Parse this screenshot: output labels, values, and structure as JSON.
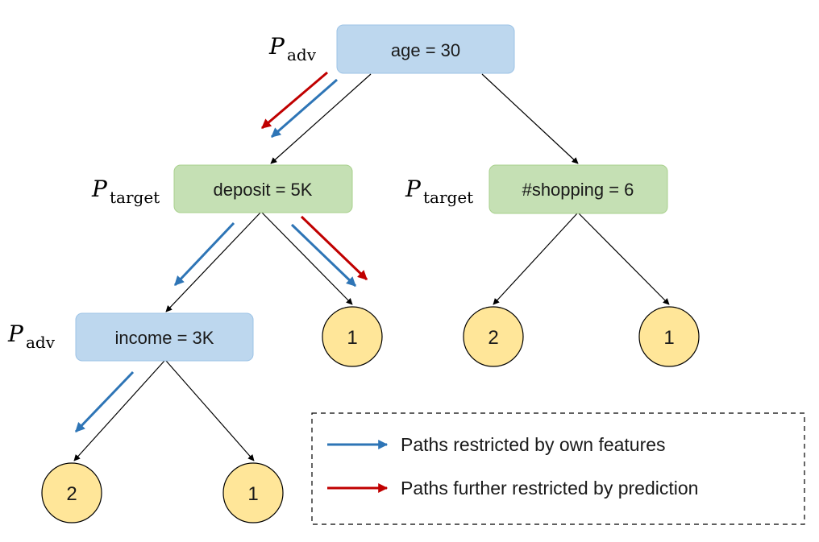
{
  "colors": {
    "blue_arrow": "#2e75b6",
    "red_arrow": "#c00000",
    "adv_node_fill": "#bdd7ee",
    "target_node_fill": "#c5e0b4",
    "leaf_fill": "#ffe699"
  },
  "nodes": {
    "root": {
      "label": "age = 30",
      "party_main": "P",
      "party_sub": "adv"
    },
    "deposit": {
      "label": "deposit = 5K",
      "party_main": "P",
      "party_sub": "target"
    },
    "shopping": {
      "label": "#shopping = 6",
      "party_main": "P",
      "party_sub": "target"
    },
    "income": {
      "label": "income = 3K",
      "party_main": "P",
      "party_sub": "adv"
    }
  },
  "leaves": {
    "deposit_right": "1",
    "shopping_left": "2",
    "shopping_right": "1",
    "income_left": "2",
    "income_right": "1"
  },
  "legend": {
    "blue_label": "Paths restricted by own features",
    "red_label": "Paths further restricted by prediction"
  }
}
